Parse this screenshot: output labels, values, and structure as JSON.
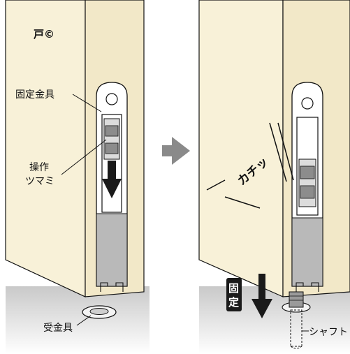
{
  "colors": {
    "door_face": "#f8f1d8",
    "door_edge": "#f0e6c4",
    "floor_top": "#cfcfcf",
    "floor_bottom": "#ffffff",
    "fitting": "#ffffff",
    "fitting_lower": "#b9b9b9",
    "arrow": "#8a8a8a",
    "ink": "#111111"
  },
  "left_panel": {
    "door_label": "戸©",
    "fixing_bracket_label": "固定金具",
    "knob_label_line1": "操作",
    "knob_label_line2": "ツマミ",
    "receiver_label": "受金具"
  },
  "right_panel": {
    "click_sound": "カチッ",
    "fixed_badge_char1": "固",
    "fixed_badge_char2": "定",
    "shaft_label": "シャフト"
  },
  "arrow_between": {
    "icon": "right-arrow-icon"
  }
}
